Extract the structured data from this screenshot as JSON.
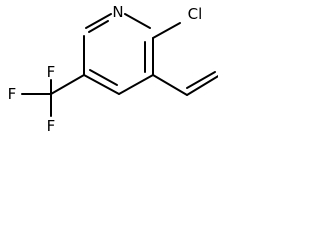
{
  "molecule": {
    "atoms": {
      "n": "N",
      "cl": "Cl",
      "f_top": "F",
      "f_left": "F",
      "f_bottom": "F"
    },
    "colors": {
      "bond": "#000000",
      "label": "#000000",
      "background": "#ffffff"
    }
  }
}
